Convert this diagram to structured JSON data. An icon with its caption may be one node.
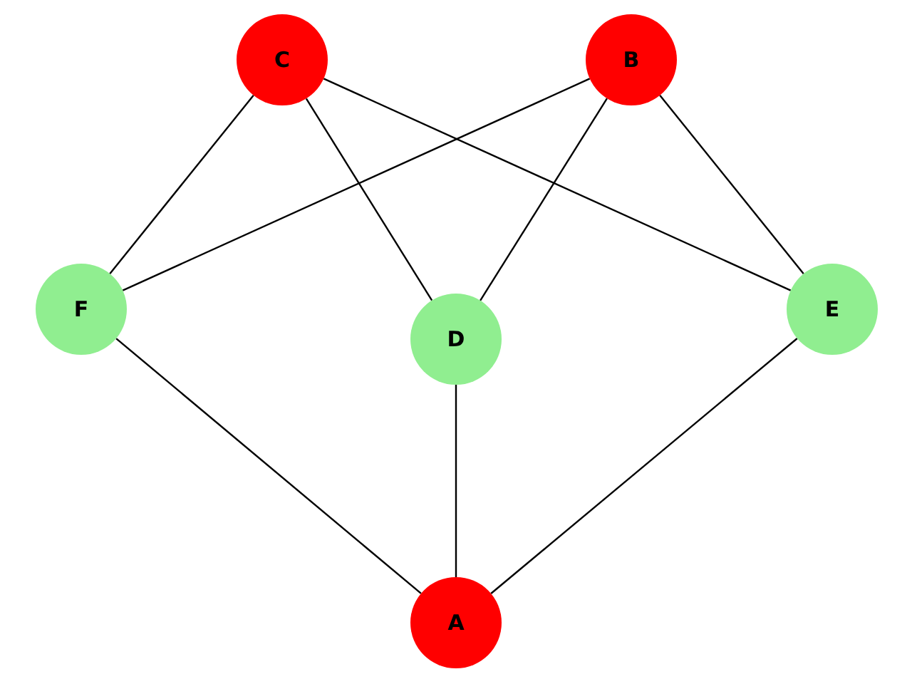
{
  "diagram": {
    "nodes": [
      {
        "text": [
          "C"
        ]
      },
      {
        "text": [
          "B"
        ]
      },
      {
        "text": [
          "F"
        ]
      },
      {
        "text": [
          "D"
        ]
      },
      {
        "text": [
          "E"
        ]
      },
      {
        "text": [
          "A"
        ]
      }
    ],
    "edges": [
      {
        "from": 0,
        "to": 2,
        "arrow": "none"
      },
      {
        "from": 0,
        "to": 3,
        "arrow": "none"
      },
      {
        "from": 0,
        "to": 4,
        "arrow": "none"
      },
      {
        "from": 1,
        "to": 2,
        "arrow": "none"
      },
      {
        "from": 1,
        "to": 3,
        "arrow": "none"
      },
      {
        "from": 1,
        "to": 4,
        "arrow": "none"
      },
      {
        "from": 2,
        "to": 5,
        "arrow": "none"
      },
      {
        "from": 3,
        "to": 5,
        "arrow": "none"
      },
      {
        "from": 4,
        "to": 5,
        "arrow": "none"
      }
    ]
  }
}
